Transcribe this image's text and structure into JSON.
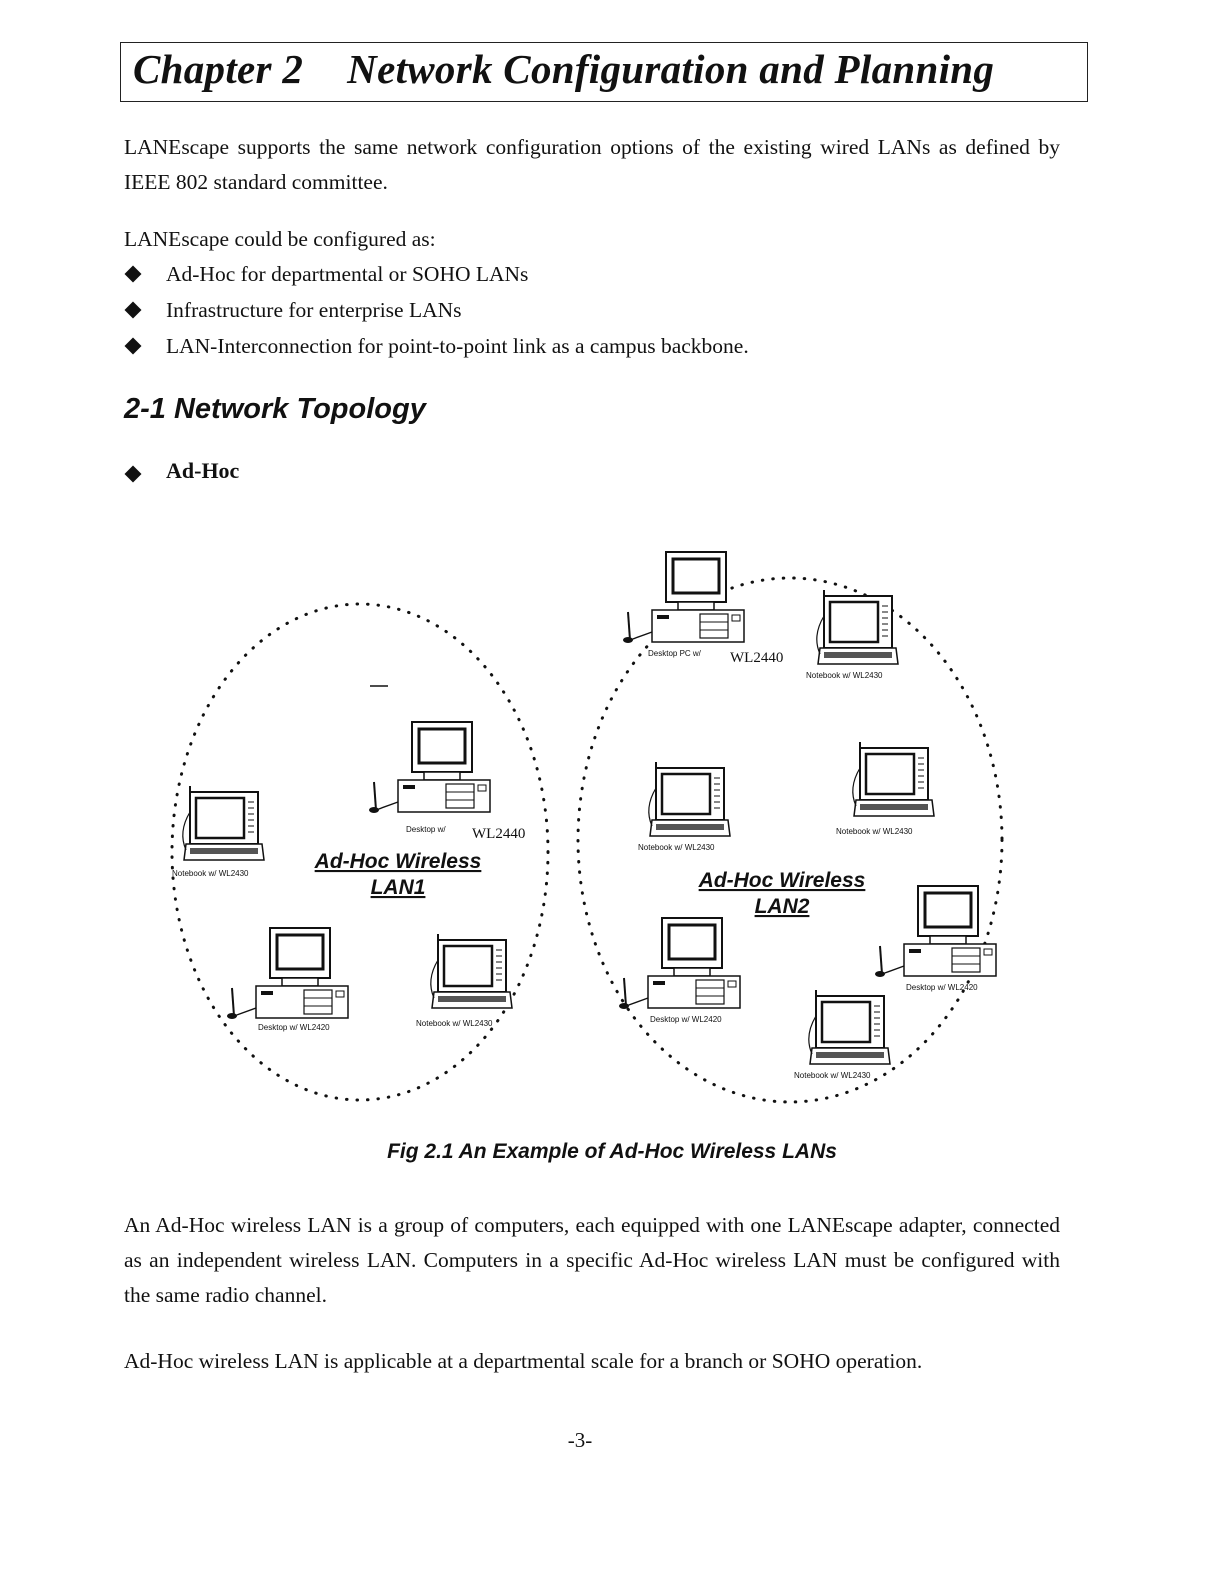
{
  "chapter": {
    "number": "Chapter 2",
    "title": "Network Configuration and Planning"
  },
  "intro": "LANEscape supports the same network configuration options of the existing wired LANs as defined by IEEE 802 standard committee.",
  "configured_as": "LANEscape could be configured as:",
  "bullets": [
    "Ad-Hoc for departmental or SOHO LANs",
    "Infrastructure for enterprise LANs",
    "LAN-Interconnection for point-to-point link as a campus backbone."
  ],
  "section": {
    "heading": "2-1 Network Topology",
    "subsection": "Ad-Hoc"
  },
  "diagram": {
    "lan1": {
      "label_line1": "Ad-Hoc Wireless",
      "label_line2": "LAN1",
      "desktop_top": {
        "prefix": "Desktop w/",
        "model": "WL2440"
      },
      "notebook_left": "Notebook w/ WL2430",
      "desktop_bottom": "Desktop w/ WL2420",
      "notebook_bottom": "Notebook w/ WL2430"
    },
    "lan2": {
      "label_line1": "Ad-Hoc Wireless",
      "label_line2": "LAN2",
      "desktop_top": {
        "prefix": "Desktop PC w/",
        "model": "WL2440"
      },
      "notebook_top": "Notebook w/ WL2430",
      "notebook_mid_left": "Notebook w/ WL2430",
      "notebook_mid_right": "Notebook w/ WL2430",
      "desktop_right": "Desktop w/ WL2420",
      "desktop_bottom": "Desktop w/ WL2420",
      "notebook_bottom": "Notebook w/ WL2430"
    }
  },
  "caption": "Fig 2.1 An Example of Ad-Hoc Wireless LANs",
  "body_para1": "An Ad-Hoc wireless LAN is a group of computers, each equipped with one LANEscape adapter, connected as an independent wireless LAN.  Computers in a specific Ad-Hoc wireless LAN must be configured with the same radio channel.",
  "body_para2": "Ad-Hoc wireless LAN is applicable at a departmental scale for a branch or SOHO operation.",
  "page_number": "-3-"
}
